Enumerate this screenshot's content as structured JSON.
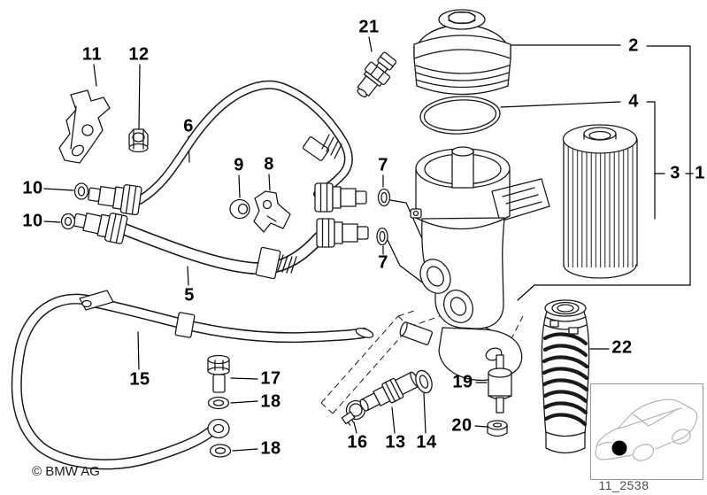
{
  "diagram": {
    "labels": [
      {
        "text": "11"
      },
      {
        "text": "12"
      },
      {
        "text": "21"
      },
      {
        "text": "2"
      },
      {
        "text": "4"
      },
      {
        "text": "3"
      },
      {
        "text": "1"
      },
      {
        "text": "6"
      },
      {
        "text": "9"
      },
      {
        "text": "8"
      },
      {
        "text": "7"
      },
      {
        "text": "7"
      },
      {
        "text": "10"
      },
      {
        "text": "10"
      },
      {
        "text": "5"
      },
      {
        "text": "15"
      },
      {
        "text": "17"
      },
      {
        "text": "18"
      },
      {
        "text": "18"
      },
      {
        "text": "16"
      },
      {
        "text": "13"
      },
      {
        "text": "14"
      },
      {
        "text": "19"
      },
      {
        "text": "20"
      },
      {
        "text": "22"
      }
    ],
    "footer": {
      "copyright": "© BMW AG",
      "diagram_code": "11_2538"
    },
    "colors": {
      "background": "#ffffff",
      "line_art": "#1a1a1a",
      "label_text": "#000000",
      "thumb_border": "#999999",
      "car_line": "#b3b3b3",
      "code_text": "#4a4a4a",
      "engine_location_dot": "#000000"
    }
  }
}
